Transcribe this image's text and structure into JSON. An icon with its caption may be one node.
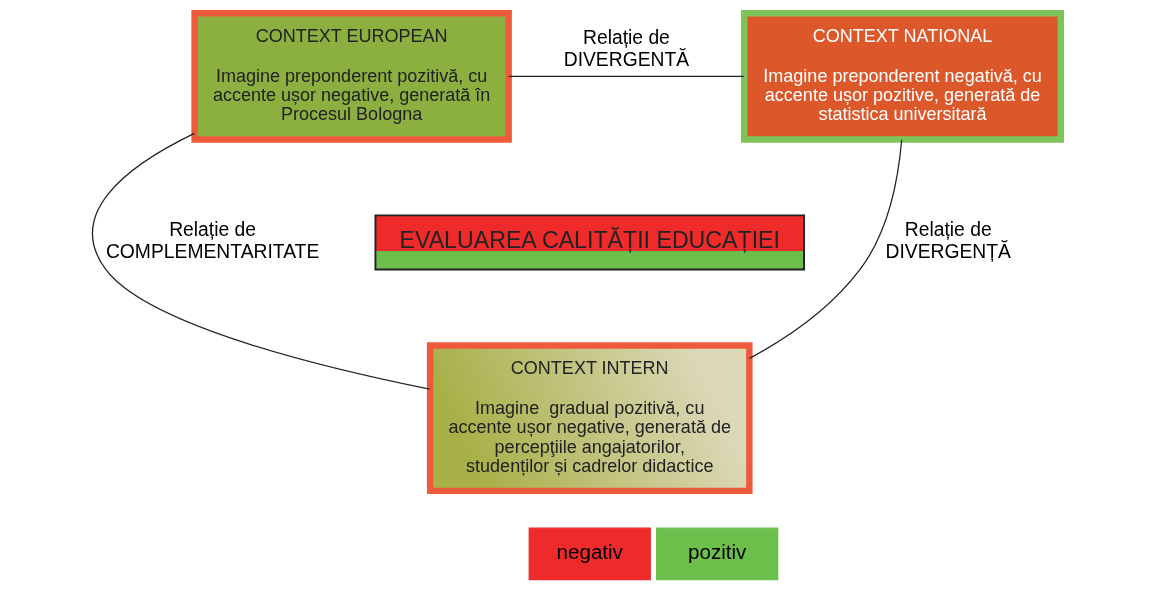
{
  "diagram": {
    "nodes": [
      {
        "text": [
          "CONTEXT EUROPEAN",
          "Imagine preponderent pozitivă, cu accente ușor negative, generată în Procesul Bologna"
        ]
      },
      {
        "text": [
          "CONTEXT NATIONAL",
          "Imagine preponderent negativă, cu accente ușor pozitive, generată de statistica universitară"
        ]
      },
      {
        "text": [
          "EVALUAREA CALITĂȚII EDUCAȚIEI"
        ]
      },
      {
        "text": [
          "CONTEXT INTERN",
          "Imagine  gradual pozitivă, cu accente ușor negative, generată de percepţiile angajatorilor, studenților și cadrelor didactice"
        ]
      }
    ],
    "edges": [
      {
        "from": 0,
        "to": 1,
        "arrow": "none",
        "label": "Relație de DIVERGENTĂ"
      },
      {
        "from": 0,
        "to": 3,
        "arrow": "none",
        "label": "Relație de COMPLEMENTARITATE"
      },
      {
        "from": 1,
        "to": 3,
        "arrow": "none",
        "label": "Relație de DIVERGENȚĂ"
      }
    ],
    "legend": [
      {
        "text": "negativ",
        "color": "#ee2a2a"
      },
      {
        "text": "pozitiv",
        "color": "#6dbf4b"
      }
    ]
  }
}
